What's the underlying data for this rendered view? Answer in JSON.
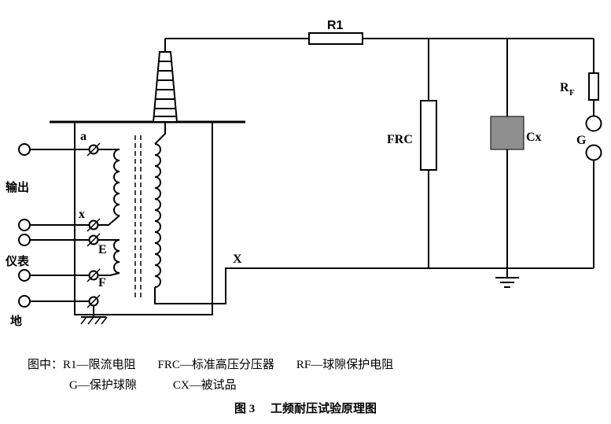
{
  "colors": {
    "ink": "#000000",
    "cx_fill": "#8f8f8f",
    "bg": "#ffffff"
  },
  "circuit": {
    "r1_label": "R1",
    "frc_label": "FRC",
    "cx_label": "Cx",
    "rf_label_main": "R",
    "rf_label_sub": "F",
    "g_label": "G",
    "x_bus_label": "X",
    "terminals": {
      "a": "a",
      "x": "x",
      "e": "E",
      "f": "F"
    },
    "ports": {
      "output": "输出",
      "meter": "仪表",
      "ground": "地"
    }
  },
  "legend": {
    "line1": [
      "图中：R1—限流电阻",
      "FRC—标准高压分压器",
      "RF—球隙保护电阻"
    ],
    "line2": [
      "G—保护球隙",
      "CX—被试品"
    ],
    "caption_num": "图 3",
    "caption_title": "工频耐压试验原理图"
  }
}
